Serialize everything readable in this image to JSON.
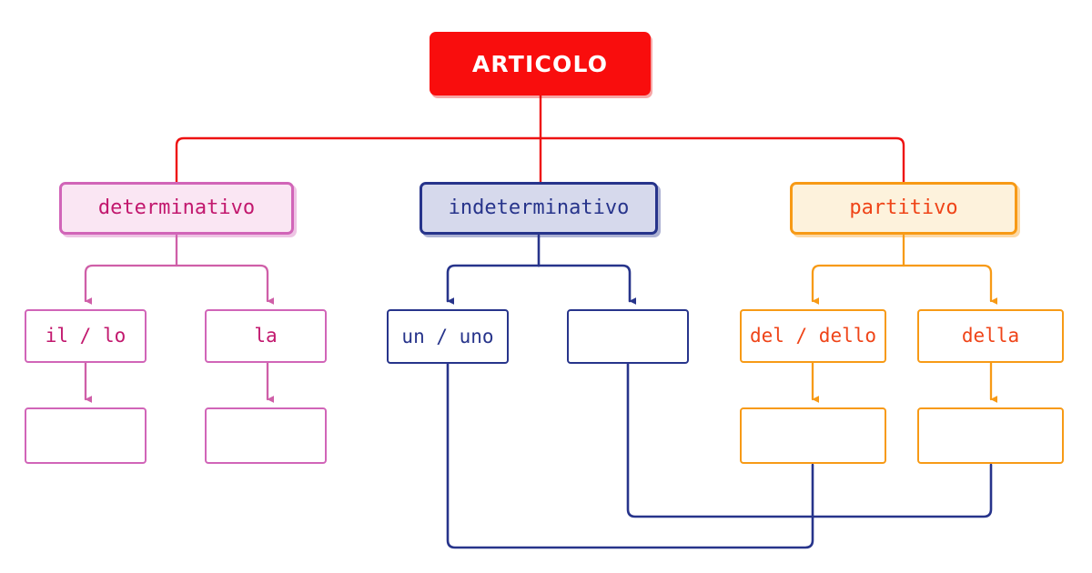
{
  "diagram": {
    "title": "ARTICOLO",
    "background": "#ffffff",
    "palette": {
      "root_fill": "#f90d0d",
      "root_text": "#ffffff",
      "pink_border": "#d165b8",
      "pink_fill": "#fae6f3",
      "pink_text": "#c2186e",
      "blue_border": "#27348b",
      "blue_fill": "#d6d9ec",
      "blue_text": "#27348b",
      "orange_border": "#f79a16",
      "orange_fill": "#fdf2dc",
      "orange_text": "#ef4418",
      "red_connector": "#ee1111"
    },
    "branches": [
      {
        "id": "determinativo",
        "label": "determinativo",
        "color": "#d165b8",
        "children": [
          {
            "label": "il / lo",
            "sub": ""
          },
          {
            "label": "la",
            "sub": ""
          }
        ]
      },
      {
        "id": "indeterminativo",
        "label": "indeterminativo",
        "color": "#27348b",
        "children": [
          {
            "label": "un / uno",
            "sub": ""
          },
          {
            "label": "",
            "sub": ""
          }
        ]
      },
      {
        "id": "partitivo",
        "label": "partitivo",
        "color": "#f79a16",
        "children": [
          {
            "label": "del / dello",
            "sub": ""
          },
          {
            "label": "della",
            "sub": ""
          }
        ]
      }
    ]
  }
}
